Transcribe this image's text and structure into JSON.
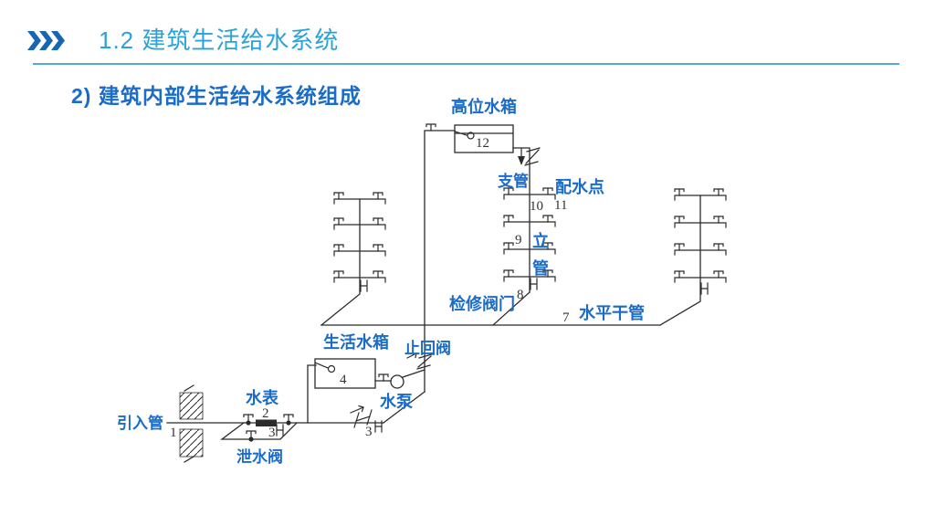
{
  "slide": {
    "title": "1.2 建筑生活给水系统",
    "subtitle": "2) 建筑内部生活给水系统组成"
  },
  "colors": {
    "title_blue": "#2aa2db",
    "subtitle_blue": "#1b6cc8",
    "chevron_blue": "#1766b3",
    "divider_blue": "#57a7da",
    "label_blue": "#1b6cc8",
    "line_dark": "#2b2b2b",
    "background": "#ffffff"
  },
  "diagram": {
    "labels": {
      "high_tank": "高位水箱",
      "branch_pipe": "支管",
      "distribution_point": "配水点",
      "riser_line1": "立",
      "riser_line2": "管",
      "inspection_valve": "检修阀门",
      "horizontal_main": "水平干管",
      "domestic_tank": "生活水箱",
      "check_valve": "止回阀",
      "water_meter": "水表",
      "water_pump": "水泵",
      "inlet_pipe": "引入管",
      "drain_valve": "泄水阀"
    },
    "numbers": {
      "inlet_pipe": "1",
      "water_meter": "2",
      "meter_valve": "3",
      "bypass_valve": "3",
      "domestic_tank": "4",
      "horizontal_main": "7",
      "inspection_valve": "8",
      "riser": "9",
      "branch": "10",
      "distribution": "11",
      "high_tank": "12"
    }
  }
}
